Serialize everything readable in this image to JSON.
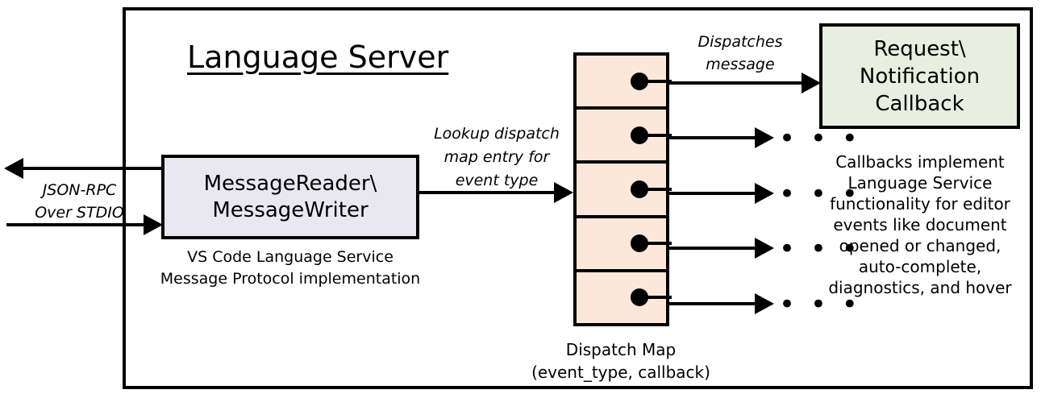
{
  "diagram": {
    "frame_title": "Language Server",
    "outer_frame_name": "language-server-boundary",
    "colors": {
      "stroke": "#000000",
      "message_io_fill": "#e9e7ef",
      "dispatch_map_fill": "#fce8da",
      "callback_fill": "#e8eee0",
      "background": "#ffffff"
    }
  },
  "message_io": {
    "line1": "MessageReader\\",
    "line2": "MessageWriter",
    "caption_line1": "VS Code Language Service",
    "caption_line2": "Message Protocol implementation"
  },
  "transport": {
    "label_line1": "JSON-RPC",
    "label_line2": "Over STDIO"
  },
  "lookup": {
    "label_line1": "Lookup dispatch",
    "label_line2": "map entry for",
    "label_line3": "event type"
  },
  "dispatch_map": {
    "caption_line1": "Dispatch Map",
    "caption_line2": "(event_type, callback)",
    "rows": [
      {
        "index": 1
      },
      {
        "index": 2
      },
      {
        "index": 3
      },
      {
        "index": 4
      },
      {
        "index": 5
      }
    ],
    "dispatch_label_line1": "Dispatches",
    "dispatch_label_line2": "message",
    "ellipsis": "• • •"
  },
  "callback": {
    "line1": "Request\\",
    "line2": "Notification",
    "line3": "Callback",
    "caption_line1": "Callbacks implement",
    "caption_line2": "Language Service",
    "caption_line3": "functionality for editor",
    "caption_line4": "events like document",
    "caption_line5": "opened or changed,",
    "caption_line6": "auto-complete,",
    "caption_line7": "diagnostics, and hover"
  }
}
